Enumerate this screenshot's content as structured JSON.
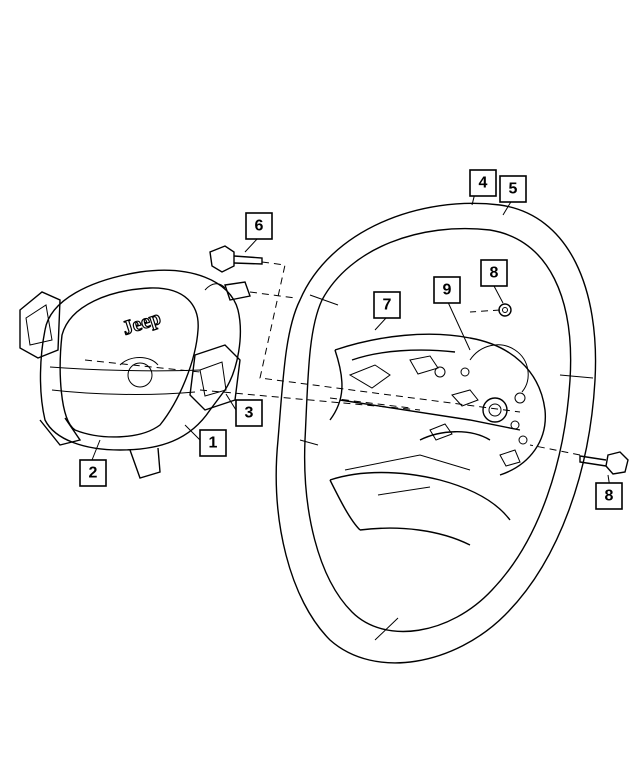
{
  "diagram": {
    "callouts": [
      {
        "id": "c1",
        "label": "1"
      },
      {
        "id": "c2",
        "label": "2"
      },
      {
        "id": "c3",
        "label": "3"
      },
      {
        "id": "c4",
        "label": "4"
      },
      {
        "id": "c5",
        "label": "5"
      },
      {
        "id": "c6",
        "label": "6"
      },
      {
        "id": "c7",
        "label": "7"
      },
      {
        "id": "c8a",
        "label": "8"
      },
      {
        "id": "c8b",
        "label": "8"
      },
      {
        "id": "c9",
        "label": "9"
      }
    ],
    "logo_text": "Jeep"
  }
}
